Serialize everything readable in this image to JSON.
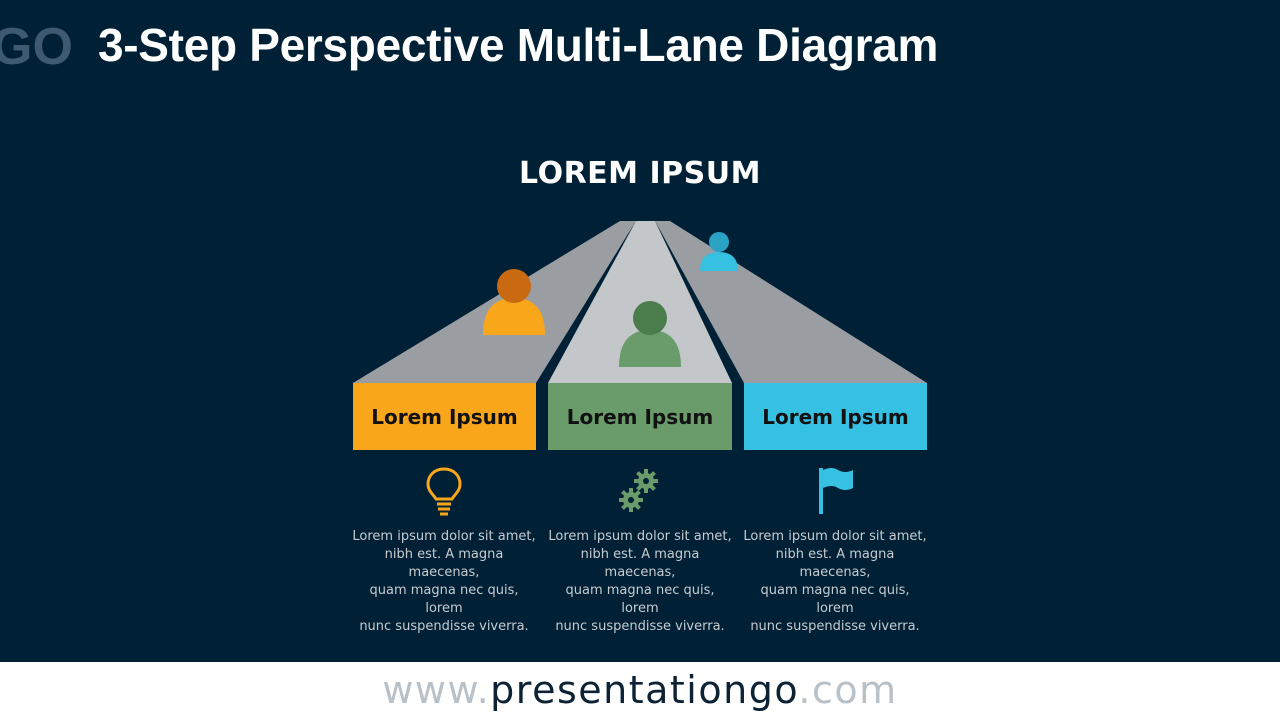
{
  "header": {
    "title": "3-Step Perspective Multi-Lane Diagram",
    "logo_text": "GO"
  },
  "diagram": {
    "title": "LOREM IPSUM",
    "steps": [
      {
        "label": "Lorem Ipsum",
        "color": "#f9a61b",
        "person_head_color": "#c96a12",
        "icon": "lightbulb-icon",
        "description_lines": [
          "Lorem ipsum dolor sit amet,",
          "nibh est. A magna maecenas,",
          "quam magna nec quis, lorem",
          "nunc suspendisse viverra."
        ]
      },
      {
        "label": "Lorem Ipsum",
        "color": "#6a9b6b",
        "person_head_color": "#4b7c4c",
        "icon": "gears-icon",
        "description_lines": [
          "Lorem ipsum dolor sit amet,",
          "nibh est. A magna maecenas,",
          "quam magna nec quis, lorem",
          "nunc suspendisse viverra."
        ]
      },
      {
        "label": "Lorem Ipsum",
        "color": "#36c0e2",
        "person_head_color": "#2aa3c4",
        "icon": "flag-icon",
        "description_lines": [
          "Lorem ipsum dolor sit amet,",
          "nibh est. A magna maecenas,",
          "quam magna nec quis, lorem",
          "nunc suspendisse viverra."
        ]
      }
    ],
    "lane_colors": {
      "outer": "#9a9ea2",
      "center": "#c4c7ca"
    },
    "background": "#002035"
  },
  "footer": {
    "url_prefix": "www.",
    "url_brand": "presentationgo",
    "url_suffix": ".com"
  }
}
